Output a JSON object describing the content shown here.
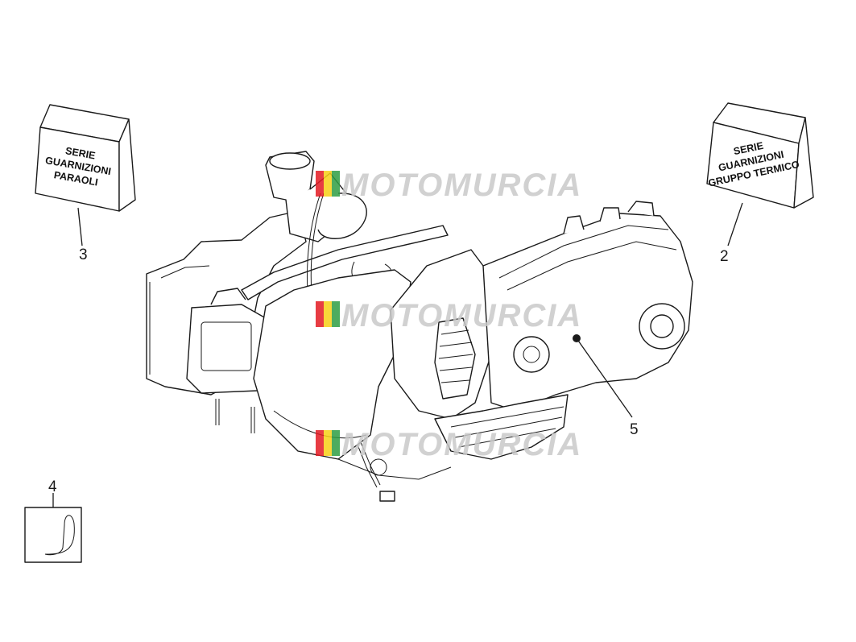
{
  "callouts": {
    "c2": "2",
    "c3": "3",
    "c4": "4",
    "c5": "5"
  },
  "kit_left": {
    "line1": "SERIE",
    "line2": "GUARNIZIONI",
    "line3": "PARAOLI"
  },
  "kit_right": {
    "line1": "SERIE",
    "line2": "GUARNIZIONI",
    "line3": "GRUPPO TERMICO"
  },
  "watermark": {
    "text": "MOTOMURCIA",
    "flag_colors": [
      "#e31b23",
      "#f7d117",
      "#2f9e44"
    ],
    "text_color": "#c9c9c9"
  }
}
